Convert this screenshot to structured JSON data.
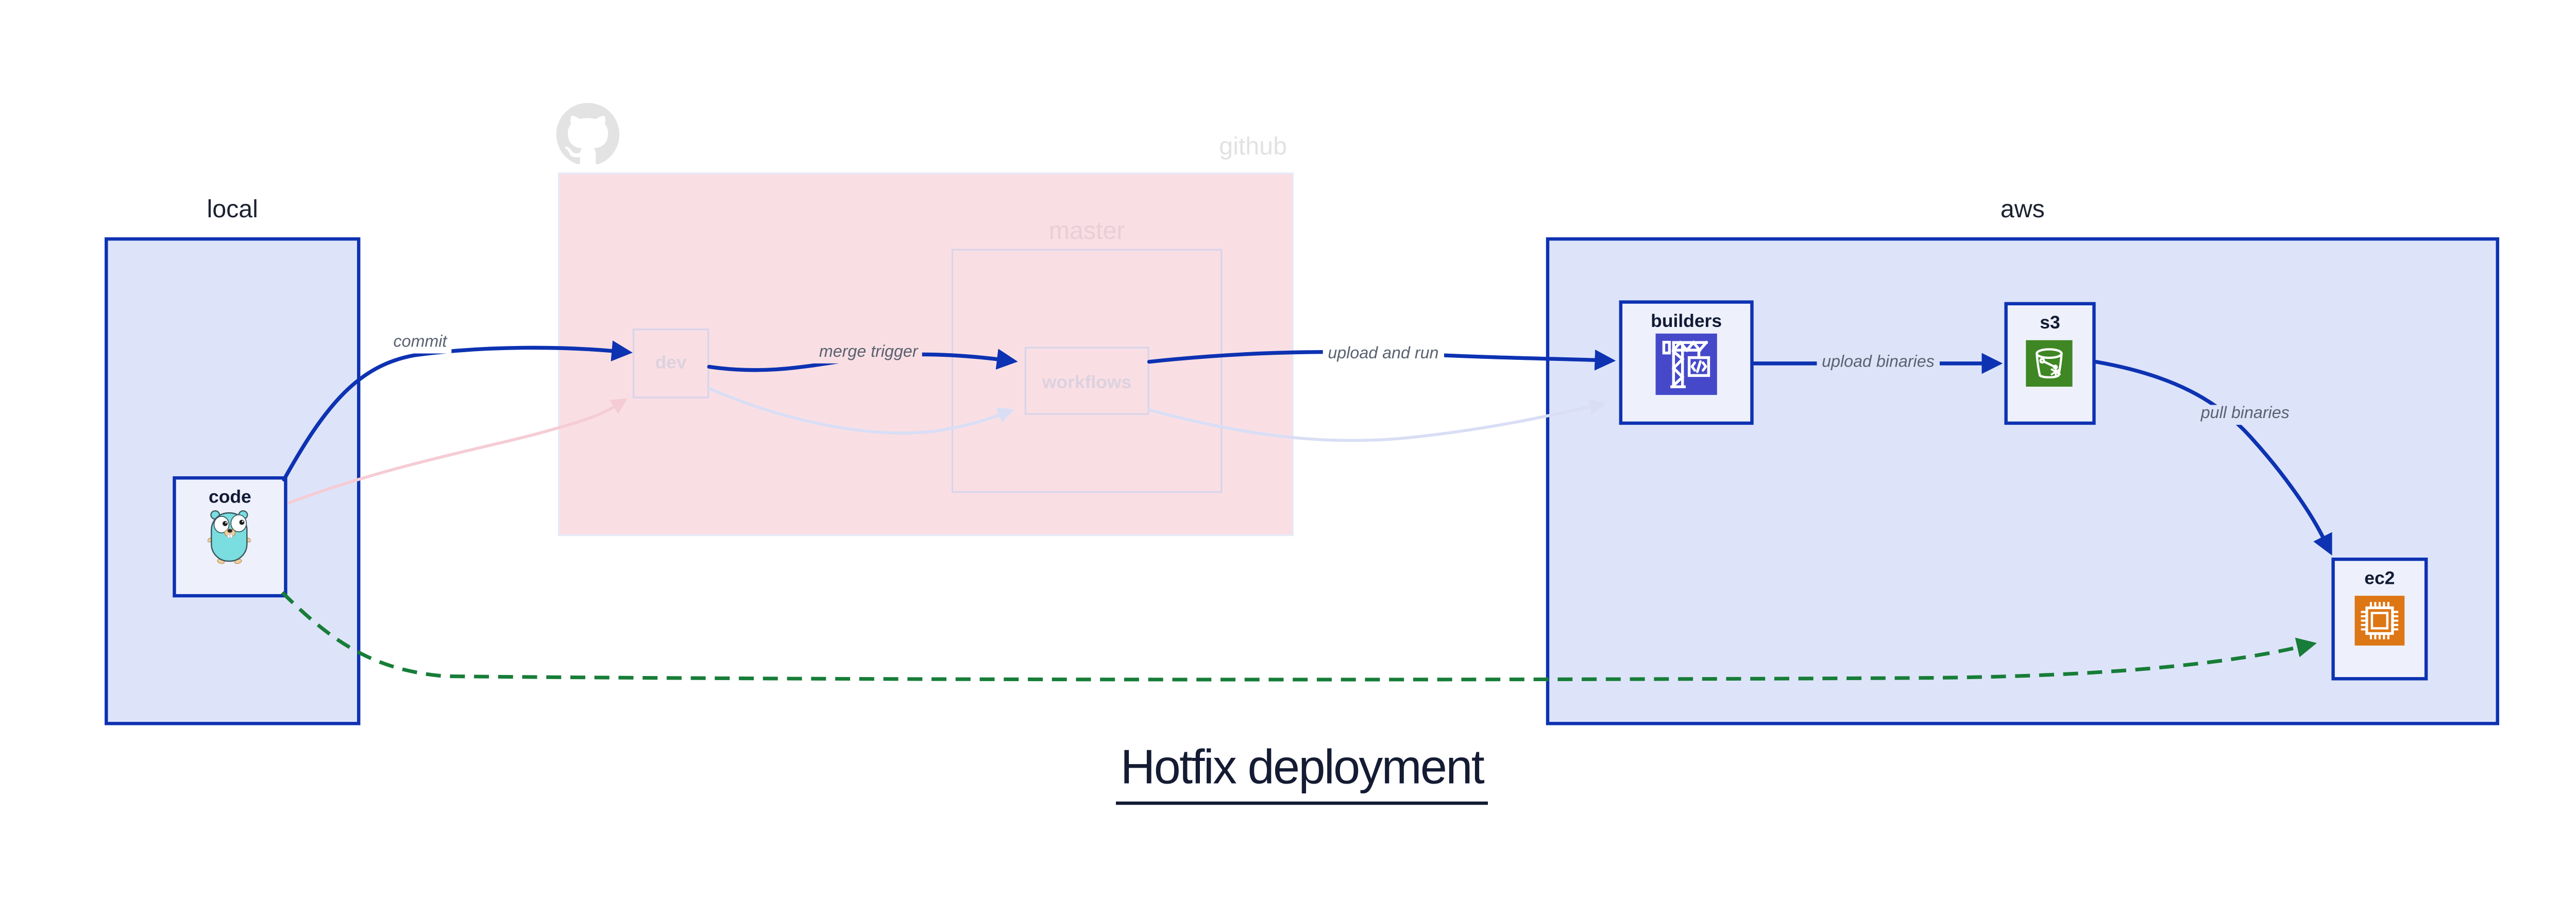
{
  "title": {
    "text": "Hotfix deployment"
  },
  "containers": {
    "local": {
      "label": "local"
    },
    "github": {
      "label": "github"
    },
    "master": {
      "label": "master"
    },
    "aws": {
      "label": "aws"
    }
  },
  "nodes": {
    "code": {
      "label": "code",
      "icon": "go-gopher-icon"
    },
    "dev": {
      "label": "dev"
    },
    "workflows": {
      "label": "workflows"
    },
    "builders": {
      "label": "builders",
      "icon": "codebuild-crane-icon",
      "icon_bg": "#4549c9"
    },
    "s3": {
      "label": "s3",
      "icon": "s3-bucket-icon",
      "icon_bg": "#3f8624"
    },
    "ec2": {
      "label": "ec2",
      "icon": "ec2-chip-icon",
      "icon_bg": "#dd7615"
    }
  },
  "edges": {
    "commit": {
      "label": "commit",
      "from": "code",
      "to": "dev",
      "style": "solid",
      "color": "#0d32b2"
    },
    "merge_trigger": {
      "label": "merge trigger",
      "from": "dev",
      "to": "workflows",
      "style": "solid",
      "color": "#0d32b2"
    },
    "upload_and_run": {
      "label": "upload and run",
      "from": "workflows",
      "to": "builders",
      "style": "solid",
      "color": "#0d32b2"
    },
    "upload_binaries": {
      "label": "upload binaries",
      "from": "builders",
      "to": "s3",
      "style": "solid",
      "color": "#0d32b2"
    },
    "pull_binaries": {
      "label": "pull binaries",
      "from": "s3",
      "to": "ec2",
      "style": "solid",
      "color": "#0d32b2"
    },
    "hotfix_dashed": {
      "label": "",
      "from": "code",
      "to": "ec2",
      "style": "dashed",
      "color": "#177d38"
    },
    "faded_code_dev": {
      "label": "",
      "from": "code",
      "to": "dev",
      "style": "faded",
      "color": "#f5ccd5"
    },
    "faded_dev_workflows": {
      "label": "",
      "from": "dev",
      "to": "workflows",
      "style": "faded",
      "color": "#d9def5"
    },
    "faded_workflows_builders": {
      "label": "",
      "from": "workflows",
      "to": "builders",
      "style": "faded",
      "color": "#d9def5"
    }
  },
  "colors": {
    "accent_blue": "#0d32b2",
    "container_blue_fill": "#dde4f9",
    "node_fill": "#eef1fc",
    "github_pink_fill": "#f9dfe4",
    "faded_border": "#d8d4ea",
    "faded_pink_arrow": "#f5ccd5",
    "faded_lavender_arrow": "#d9def5",
    "hotfix_green": "#177d38",
    "edge_label_gray": "#5a6170",
    "faded_label_pink": "#e9ced7",
    "faded_label_gray": "#e2e2e2",
    "title_navy": "#141b33",
    "codebuild_indigo": "#4549c9",
    "s3_green": "#3f8624",
    "ec2_orange": "#dd7615",
    "gopher_teal": "#7adde0"
  }
}
